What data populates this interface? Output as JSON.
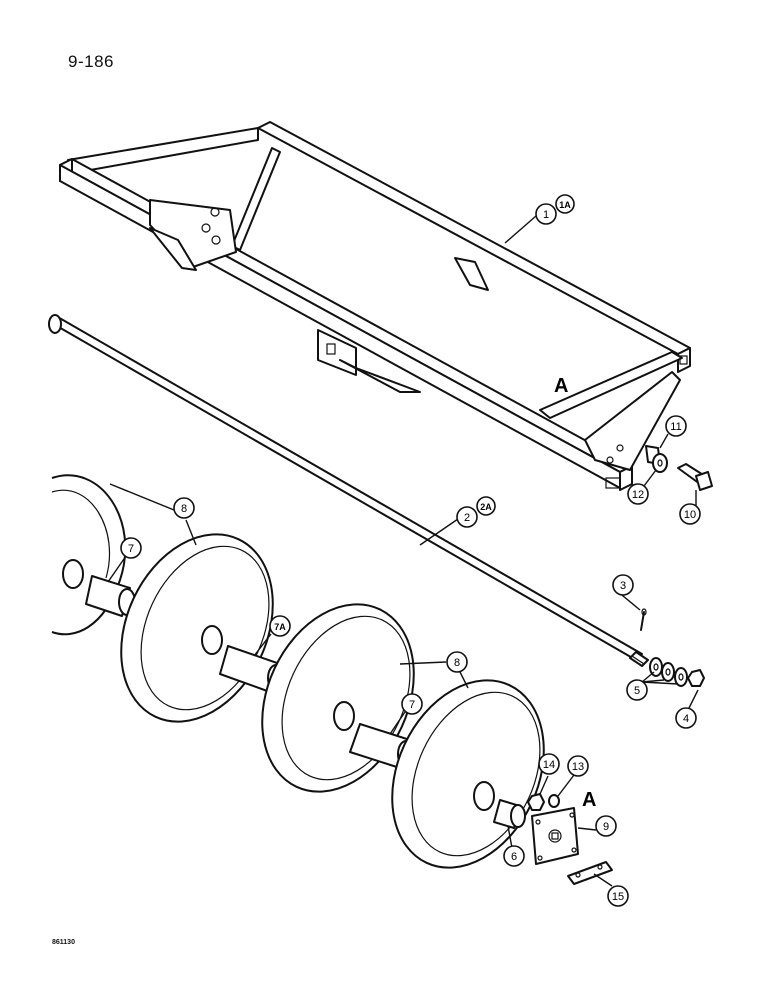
{
  "page": {
    "page_number": "9-186",
    "drawing_code": "861130"
  },
  "reference_marks": {
    "frame_mark": "A",
    "bearing_mark": "A"
  },
  "callouts": {
    "c1": "1",
    "c1a": "1A",
    "c2": "2",
    "c2a": "2A",
    "c3": "3",
    "c4": "4",
    "c5": "5",
    "c6": "6",
    "c7_left": "7",
    "c7a": "7A",
    "c7_right": "7",
    "c8_left": "8",
    "c8_right": "8",
    "c9": "9",
    "c10": "10",
    "c11": "11",
    "c12": "12",
    "c13": "13",
    "c14": "14",
    "c15": "15"
  }
}
